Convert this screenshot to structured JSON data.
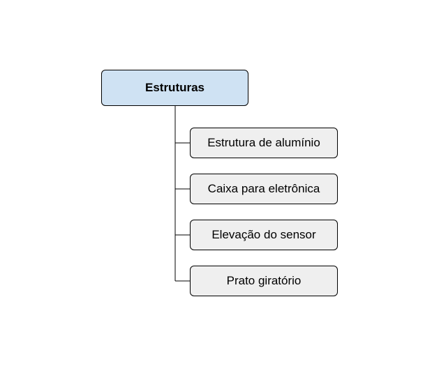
{
  "colors": {
    "root_fill": "#cfe2f3",
    "child_fill": "#efefef",
    "stroke": "#000000"
  },
  "diagram": {
    "root": {
      "label": "Estruturas"
    },
    "children": [
      {
        "label": "Estrutura de alumínio"
      },
      {
        "label": "Caixa para eletrônica"
      },
      {
        "label": "Elevação do sensor"
      },
      {
        "label": "Prato giratório"
      }
    ]
  }
}
